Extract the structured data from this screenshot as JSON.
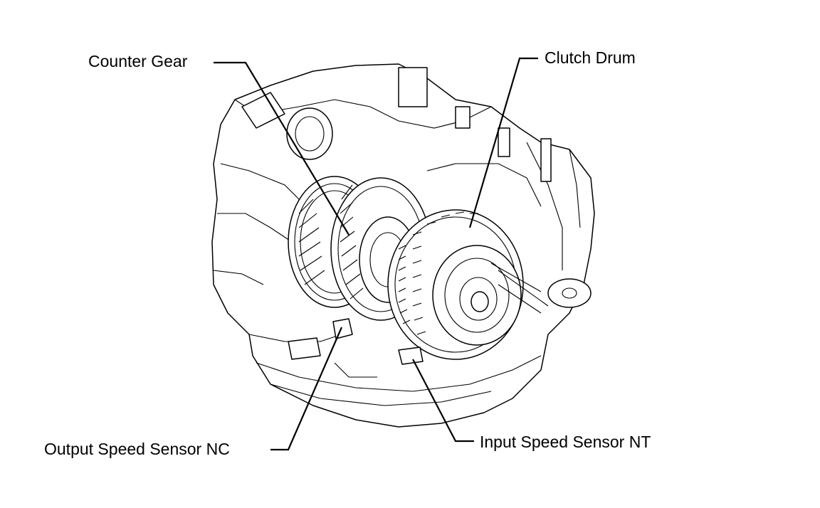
{
  "labels": {
    "counter_gear": "Counter Gear",
    "clutch_drum": "Clutch Drum",
    "output_speed_sensor": "Output Speed Sensor NC",
    "input_speed_sensor": "Input Speed Sensor NT"
  },
  "colors": {
    "ink": "#000000",
    "background": "#ffffff"
  }
}
